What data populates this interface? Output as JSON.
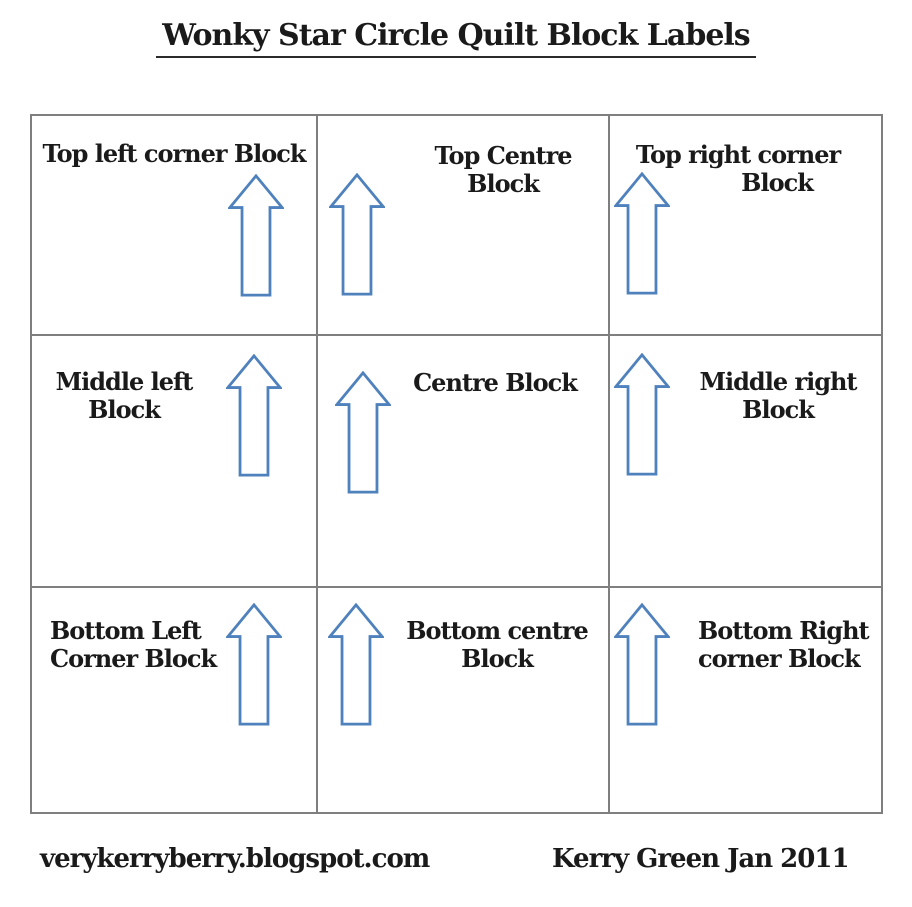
{
  "title": "Wonky Star Circle Quilt Block Labels",
  "cells": [
    {
      "name": "top-left-corner-block",
      "lines": [
        "Top left corner Block"
      ]
    },
    {
      "name": "top-centre-block",
      "lines": [
        "Top Centre",
        "Block"
      ]
    },
    {
      "name": "top-right-corner-block",
      "lines": [
        "Top right corner",
        "Block"
      ]
    },
    {
      "name": "middle-left-block",
      "lines": [
        "Middle left",
        "Block"
      ]
    },
    {
      "name": "centre-block",
      "lines": [
        "Centre Block"
      ]
    },
    {
      "name": "middle-right-block",
      "lines": [
        "Middle right",
        "Block"
      ]
    },
    {
      "name": "bottom-left-corner-block",
      "lines": [
        "Bottom Left",
        "Corner Block"
      ]
    },
    {
      "name": "bottom-centre-block",
      "lines": [
        "Bottom centre",
        "Block"
      ]
    },
    {
      "name": "bottom-right-corner-block",
      "lines": [
        "Bottom Right",
        "corner Block"
      ]
    }
  ],
  "footer": {
    "left": "verykerryberry.blogspot.com",
    "right": "Kerry Green Jan 2011"
  },
  "colors": {
    "arrow_outline": "#4f81bd",
    "grid_border": "#7f7f7f",
    "text": "#1a1a1a"
  }
}
